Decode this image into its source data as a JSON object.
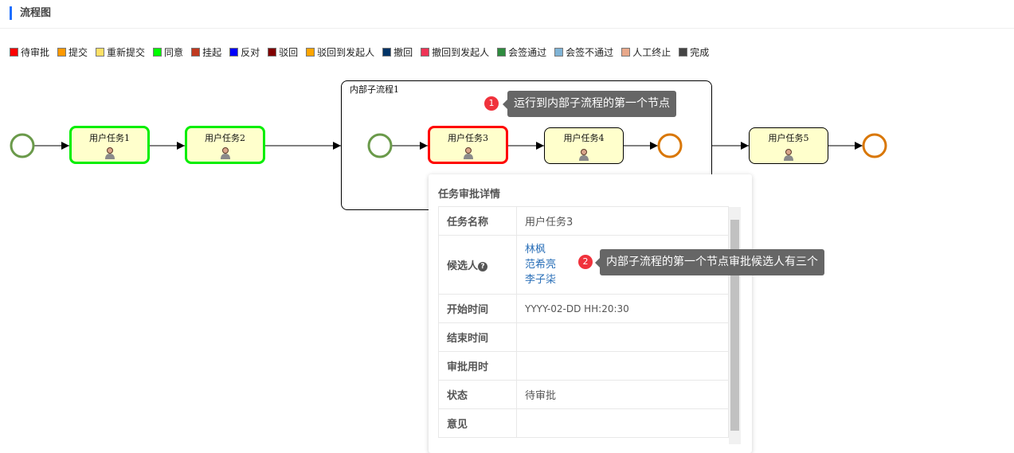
{
  "header": {
    "title": "流程图"
  },
  "legend": [
    {
      "label": "待审批",
      "color": "#ff0000"
    },
    {
      "label": "提交",
      "color": "#ff9900"
    },
    {
      "label": "重新提交",
      "color": "#ffe066"
    },
    {
      "label": "同意",
      "color": "#00ff00"
    },
    {
      "label": "挂起",
      "color": "#c0391f"
    },
    {
      "label": "反对",
      "color": "#0000ff"
    },
    {
      "label": "驳回",
      "color": "#800000"
    },
    {
      "label": "驳回到发起人",
      "color": "#ffa500"
    },
    {
      "label": "撤回",
      "color": "#003366"
    },
    {
      "label": "撤回到发起人",
      "color": "#ee3355"
    },
    {
      "label": "会签通过",
      "color": "#2e8b3e"
    },
    {
      "label": "会签不通过",
      "color": "#7fb3d5"
    },
    {
      "label": "人工终止",
      "color": "#e8a88a"
    },
    {
      "label": "完成",
      "color": "#444444"
    }
  ],
  "diagram": {
    "subprocess_label": "内部子流程1",
    "tasks": [
      "用户任务1",
      "用户任务2",
      "用户任务3",
      "用户任务4",
      "用户任务5"
    ]
  },
  "tooltips": [
    {
      "badge": "1",
      "text": "运行到内部子流程的第一个节点"
    },
    {
      "badge": "2",
      "text": "内部子流程的第一个节点审批候选人有三个"
    }
  ],
  "popup": {
    "title": "任务审批详情",
    "rows": {
      "name": {
        "label": "任务名称",
        "value": "用户任务3"
      },
      "candidates": {
        "label": "候选人",
        "help": "?",
        "values": [
          "林枫",
          "范希亮",
          "李子柒"
        ]
      },
      "start": {
        "label": "开始时间",
        "value": "YYYY-02-DD HH:20:30"
      },
      "end": {
        "label": "结束时间",
        "value": ""
      },
      "duration": {
        "label": "审批用时",
        "value": ""
      },
      "status": {
        "label": "状态",
        "value": "待审批"
      },
      "comment": {
        "label": "意见",
        "value": ""
      }
    }
  }
}
